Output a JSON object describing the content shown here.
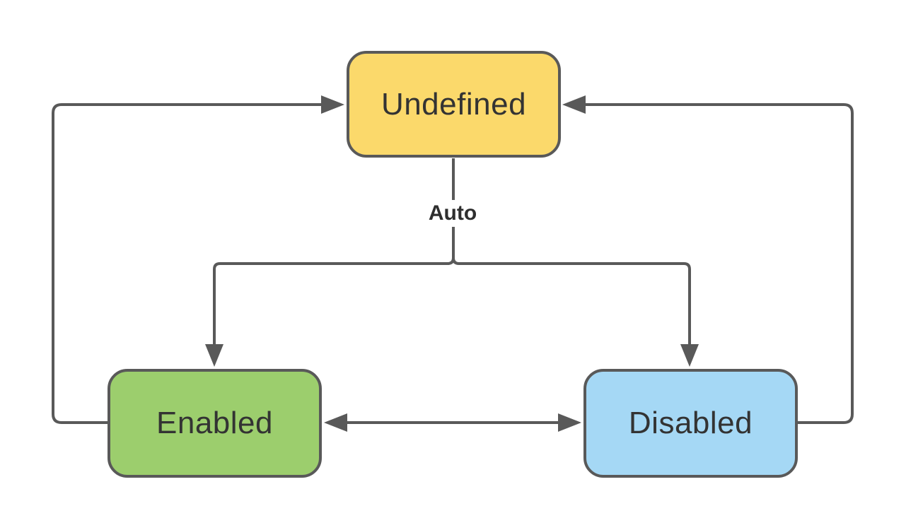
{
  "diagram": {
    "type": "state-diagram",
    "background_color": "#ffffff",
    "stroke_color": "#595959",
    "text_color": "#333333",
    "nodes": [
      {
        "id": "undefined",
        "label": "Undefined",
        "fill": "#FBD96B",
        "position": "top-center"
      },
      {
        "id": "enabled",
        "label": "Enabled",
        "fill": "#9CCE6D",
        "position": "bottom-left"
      },
      {
        "id": "disabled",
        "label": "Disabled",
        "fill": "#A5D8F5",
        "position": "bottom-right"
      }
    ],
    "edges": [
      {
        "from": "Undefined",
        "to": "Enabled",
        "label": "Auto",
        "arrow": "end",
        "route": "branch-down-left"
      },
      {
        "from": "Undefined",
        "to": "Disabled",
        "label": "Auto",
        "arrow": "end",
        "route": "branch-down-right"
      },
      {
        "from": "Enabled",
        "to": "Undefined",
        "label": "",
        "arrow": "end",
        "route": "left-loop"
      },
      {
        "from": "Disabled",
        "to": "Undefined",
        "label": "",
        "arrow": "end",
        "route": "right-loop"
      },
      {
        "from": "Enabled",
        "to": "Disabled",
        "label": "",
        "arrow": "both",
        "route": "straight"
      }
    ]
  }
}
